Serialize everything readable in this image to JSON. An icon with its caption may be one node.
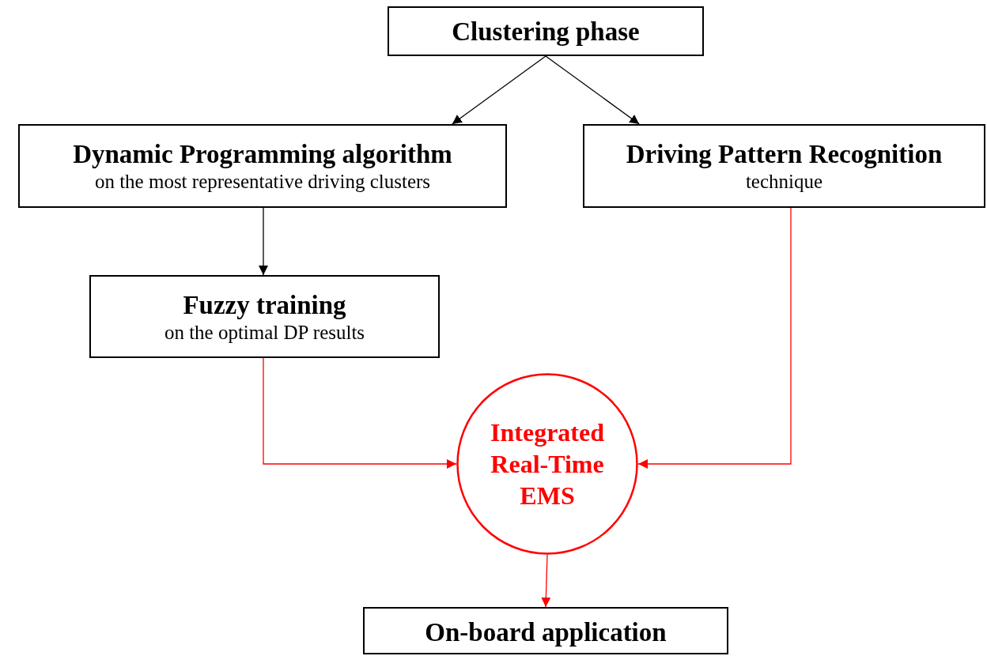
{
  "diagram": {
    "nodes": [
      {
        "text": [
          "Clustering phase"
        ]
      },
      {
        "text": [
          "Dynamic Programming algorithm",
          "on the most representative driving clusters"
        ]
      },
      {
        "text": [
          "Driving Pattern Recognition",
          "technique"
        ]
      },
      {
        "text": [
          "Fuzzy training",
          "on the optimal DP results"
        ]
      },
      {
        "text": [
          "Integrated Real-Time EMS"
        ]
      },
      {
        "text": [
          "On-board application"
        ]
      }
    ],
    "edges": [
      {
        "from": 0,
        "to": 1,
        "arrow": "to"
      },
      {
        "from": 0,
        "to": 2,
        "arrow": "to"
      },
      {
        "from": 1,
        "to": 3,
        "arrow": "to"
      },
      {
        "from": 3,
        "to": 4,
        "arrow": "to",
        "color": "#ff0000"
      },
      {
        "from": 2,
        "to": 4,
        "arrow": "to",
        "color": "#ff0000"
      },
      {
        "from": 4,
        "to": 5,
        "arrow": "to",
        "color": "#ff0000"
      }
    ]
  }
}
